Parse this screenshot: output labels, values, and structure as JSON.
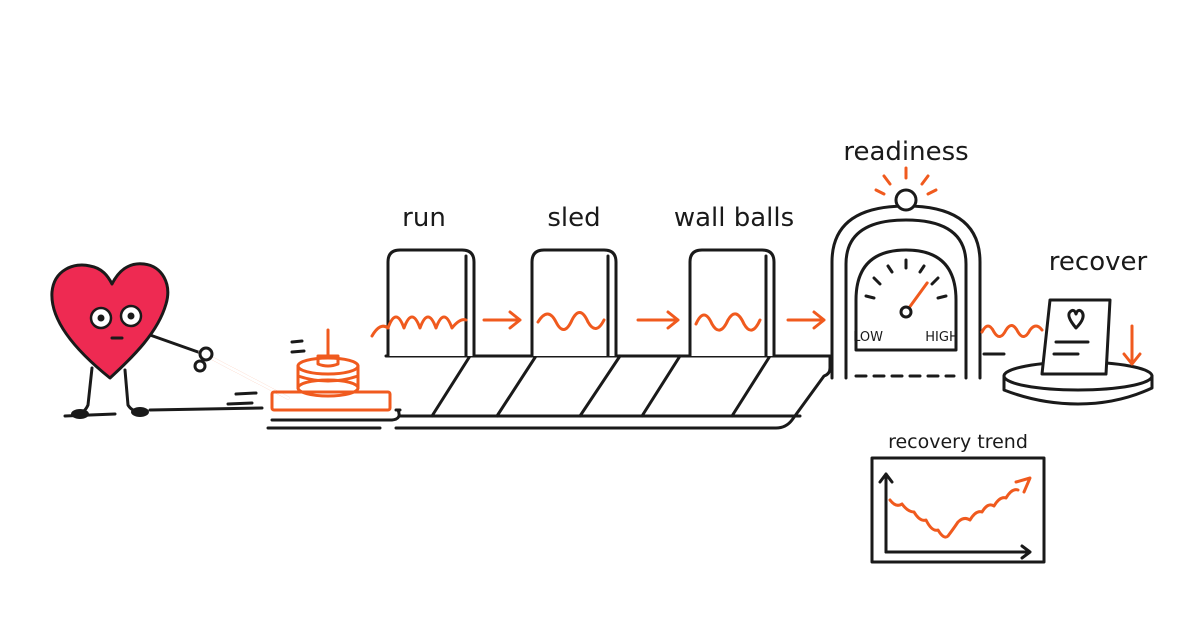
{
  "labels": {
    "run": "run",
    "sled": "sled",
    "wall_balls": "wall balls",
    "readiness": "readiness",
    "recover": "recover",
    "gauge_low": "LOW",
    "gauge_high": "HIGH",
    "trend_title": "recovery trend"
  },
  "icons": {
    "character": "heart-character-icon",
    "sled": "weight-sled-icon",
    "gauge": "readiness-gauge-icon",
    "report": "heart-report-card-icon",
    "down_arrow": "down-arrow-icon"
  },
  "gauge": {
    "level": 0.7
  },
  "colors": {
    "accent": "#f05a1e",
    "heart": "#ee2a52",
    "ink": "#1a1a1a"
  }
}
